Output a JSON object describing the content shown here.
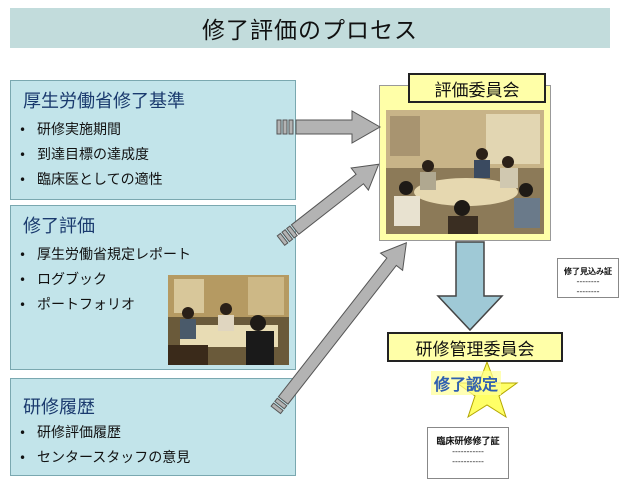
{
  "title": "修了評価のプロセス",
  "boxes": [
    {
      "title": "厚生労働省修了基準",
      "items": [
        "研修実施期間",
        "到達目標の達成度",
        "臨床医としての適性"
      ]
    },
    {
      "title": "修了評価",
      "items": [
        "厚生労働省規定レポート",
        "ログブック",
        "ポートフォリオ"
      ]
    },
    {
      "title": "研修履歴",
      "items": [
        "研修評価履歴",
        "センタースタッフの意見"
      ]
    }
  ],
  "bullet": "•",
  "committee": "評価委員会",
  "management_committee": "研修管理委員会",
  "completion_certification": "修了認定",
  "cert_pending": {
    "title": "修了見込み証",
    "lines": [
      "--------",
      "--------"
    ]
  },
  "cert_final": {
    "title": "臨床研修修了証",
    "lines": [
      "-----------",
      "-----------"
    ]
  },
  "colors": {
    "box_fill": "#c2e4ea",
    "title_band": "#c2dcdc",
    "arrow_fill": "#b3b3b3",
    "committee_fill": "#ffffa8",
    "star_fill": "#ffff66",
    "box_title_text": "#1a3a6e"
  }
}
